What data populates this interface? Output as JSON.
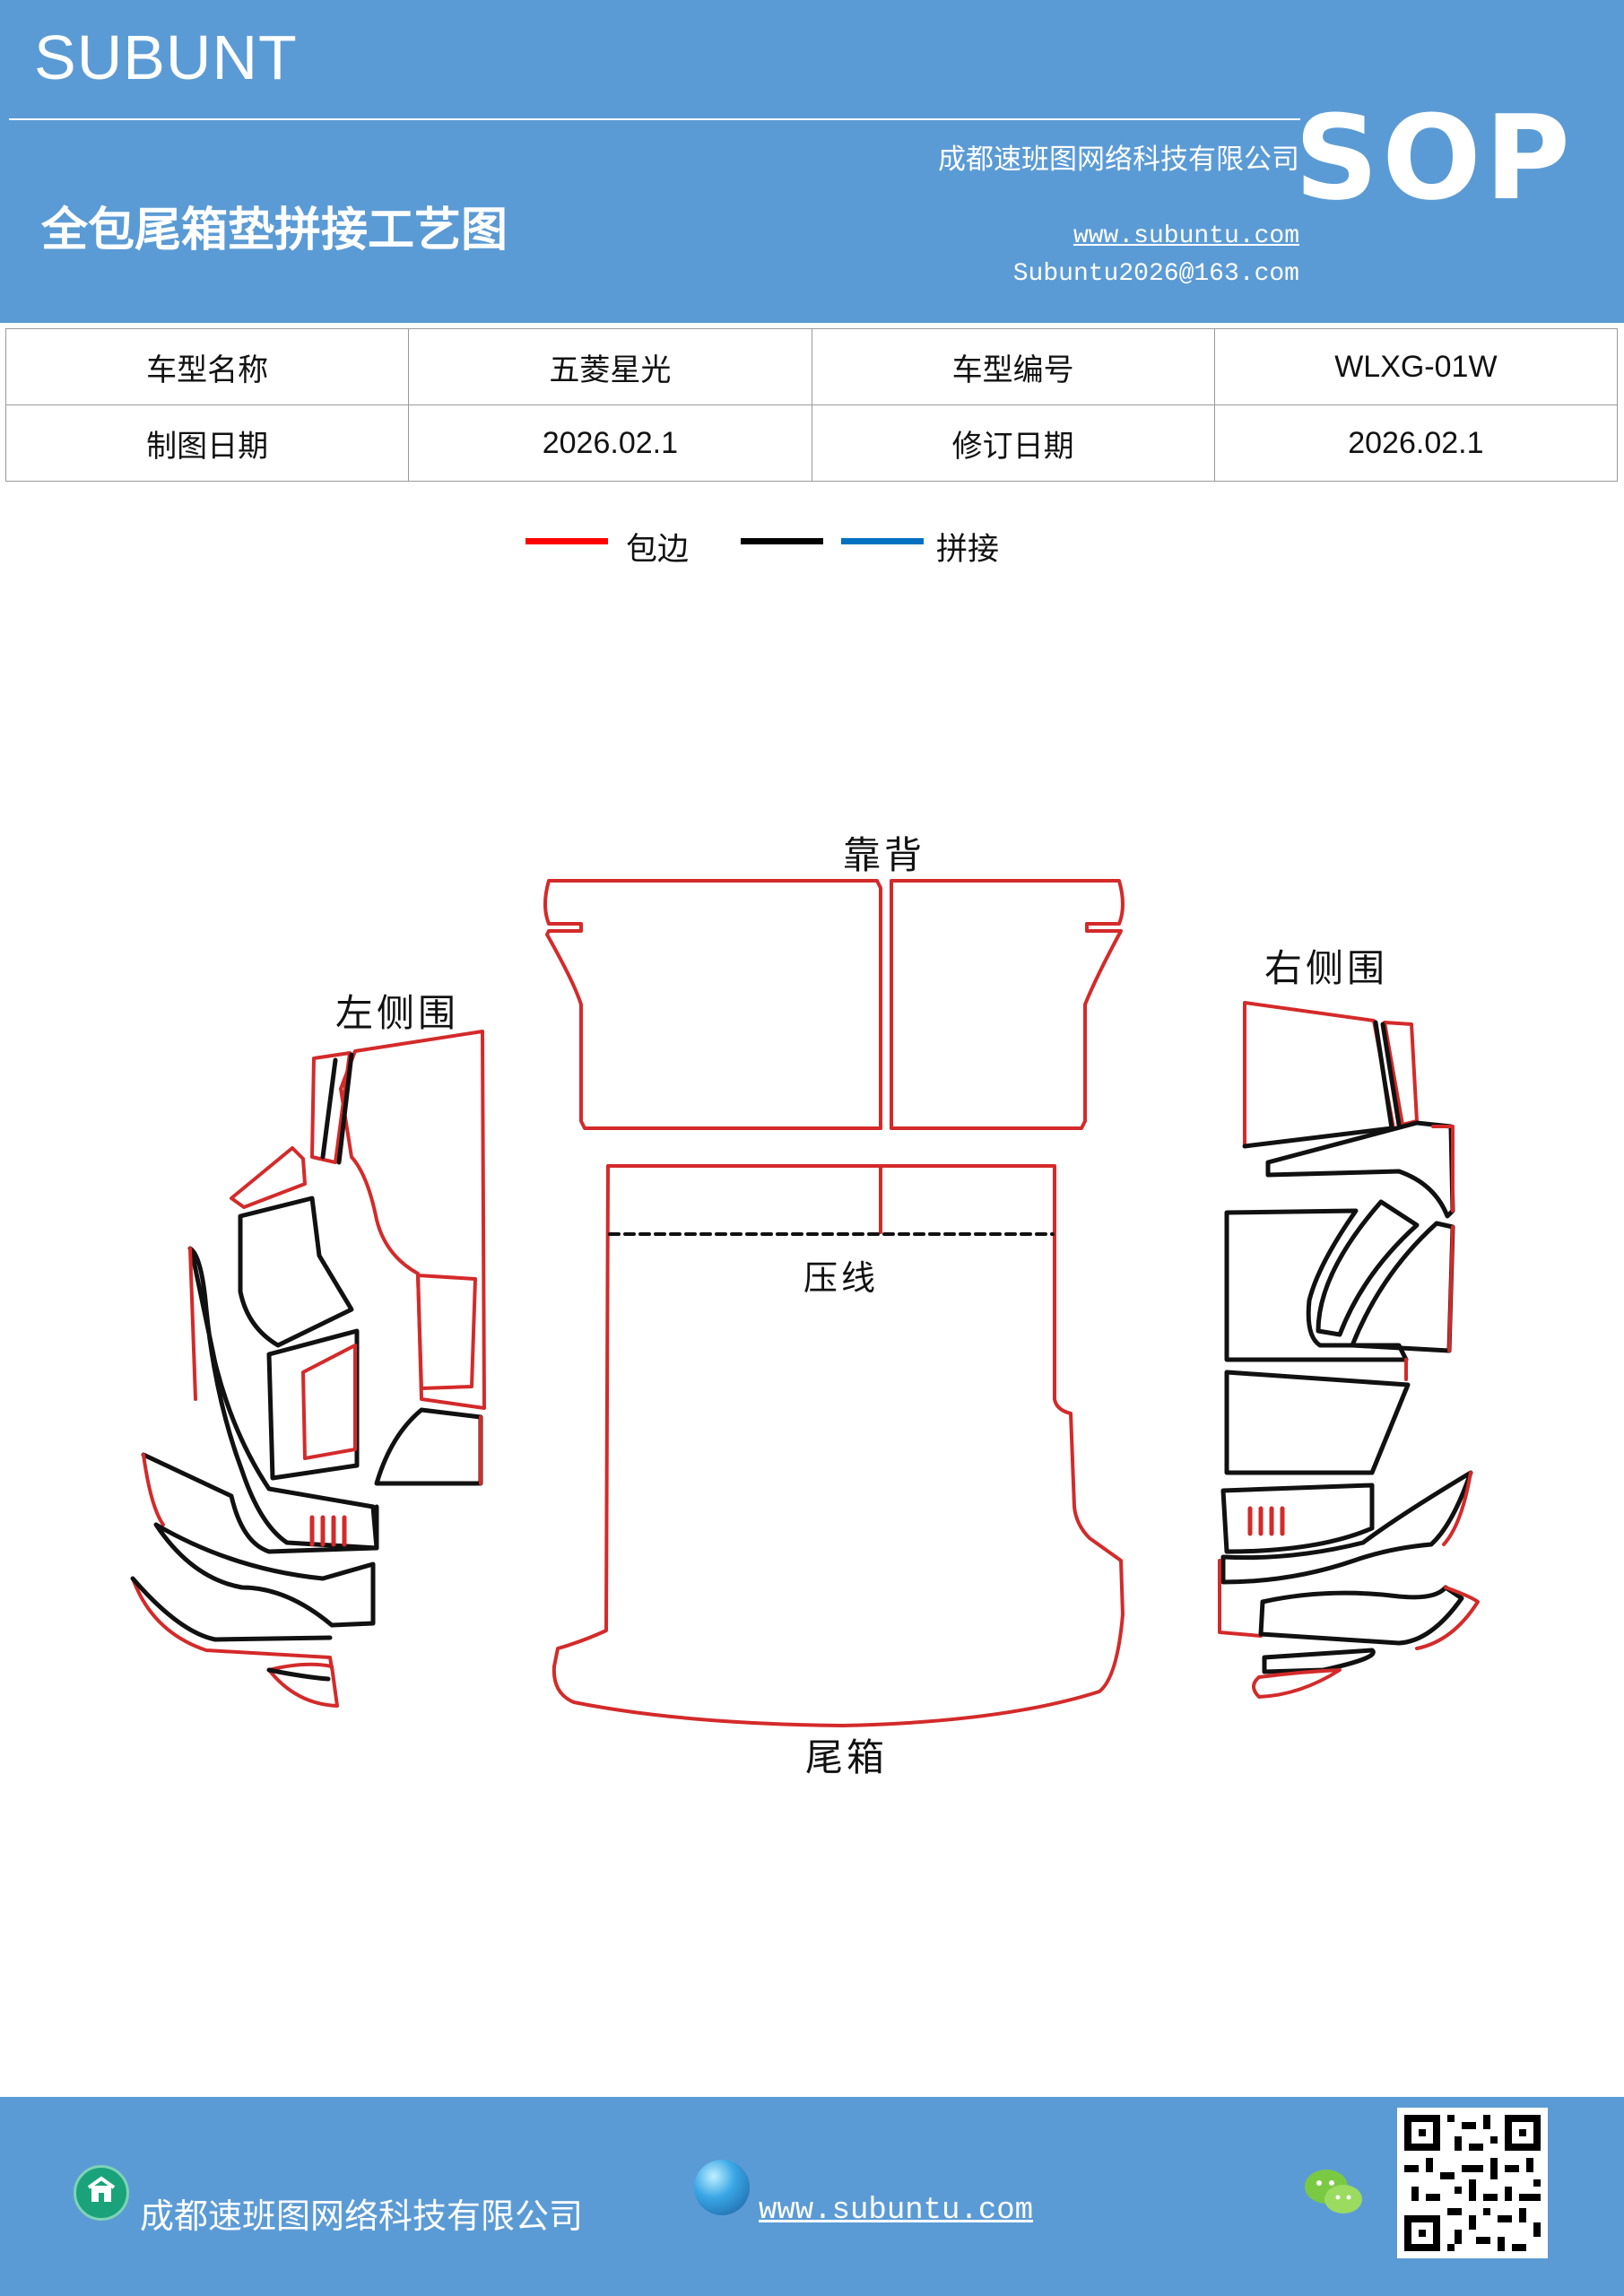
{
  "header": {
    "brand": "SUBUNT",
    "company": "成都速班图网络科技有限公司",
    "badge": "SOP",
    "title": "全包尾箱垫拼接工艺图",
    "website": "www.subuntu.com",
    "email": "Subuntu2026@163.com"
  },
  "info_table": {
    "rows": [
      [
        {
          "text": "车型名称"
        },
        {
          "text": "五菱星光"
        },
        {
          "text": "车型编号"
        },
        {
          "text": "WLXG-01W"
        }
      ],
      [
        {
          "text": "制图日期"
        },
        {
          "text": "2026.02.1"
        },
        {
          "text": "修订日期"
        },
        {
          "text": "2026.02.1"
        }
      ]
    ]
  },
  "legend": {
    "items": [
      {
        "label": "包边",
        "color": "#ff0000"
      },
      {
        "label": "",
        "color": "#000000"
      },
      {
        "label": "拼接",
        "color": "#0070c0"
      }
    ]
  },
  "diagram": {
    "labels": {
      "backrest": "靠背",
      "left_side": "左侧围",
      "right_side": "右侧围",
      "crease": "压线",
      "trunk": "尾箱"
    },
    "colors": {
      "edge": "#d42a2a",
      "seam": "#111111"
    }
  },
  "footer": {
    "company": "成都速班图网络科技有限公司",
    "website": "www.subuntu.com",
    "icons": [
      "building-icon",
      "globe-icon",
      "wechat-icon",
      "qr-code"
    ]
  }
}
